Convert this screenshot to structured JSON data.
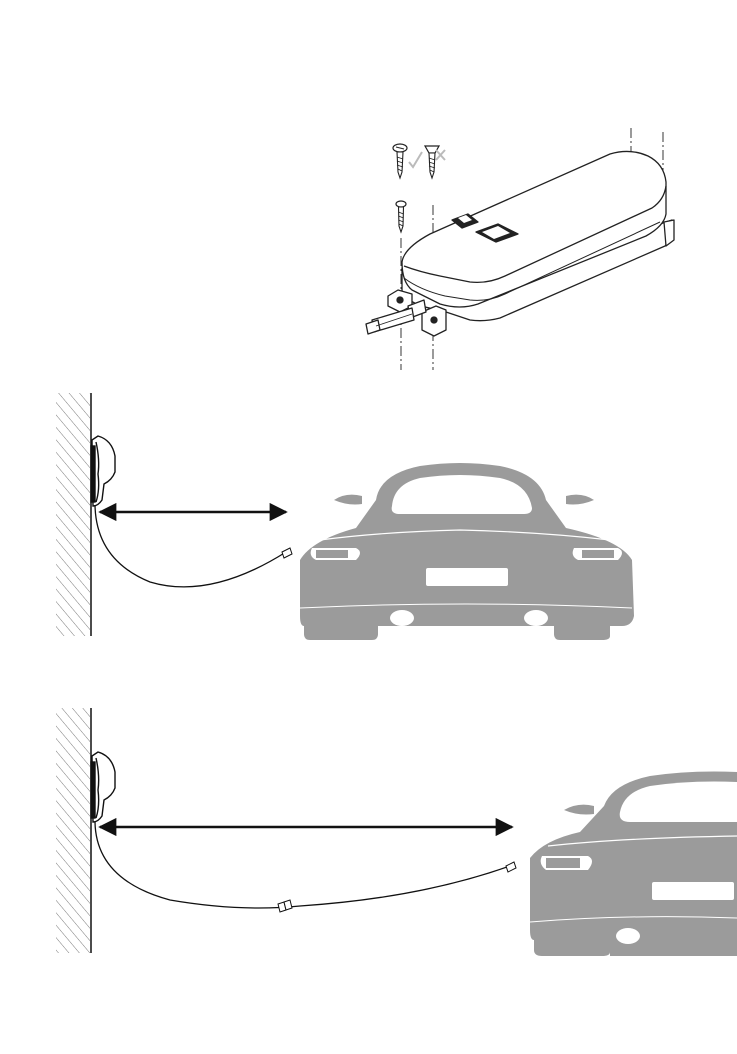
{
  "figure": {
    "panels": [
      {
        "id": "mounting",
        "label": ""
      },
      {
        "id": "short-distance",
        "label": ""
      },
      {
        "id": "long-distance",
        "label": ""
      }
    ],
    "icons": {
      "screw_ok": "screw-pan-head-check-icon",
      "screw_bad": "screw-countersunk-cross-icon",
      "screw_single": "screw-icon"
    },
    "colors": {
      "car": "#9b9b9b",
      "line": "#1a1a1a",
      "wall_hatch": "#777777"
    }
  }
}
